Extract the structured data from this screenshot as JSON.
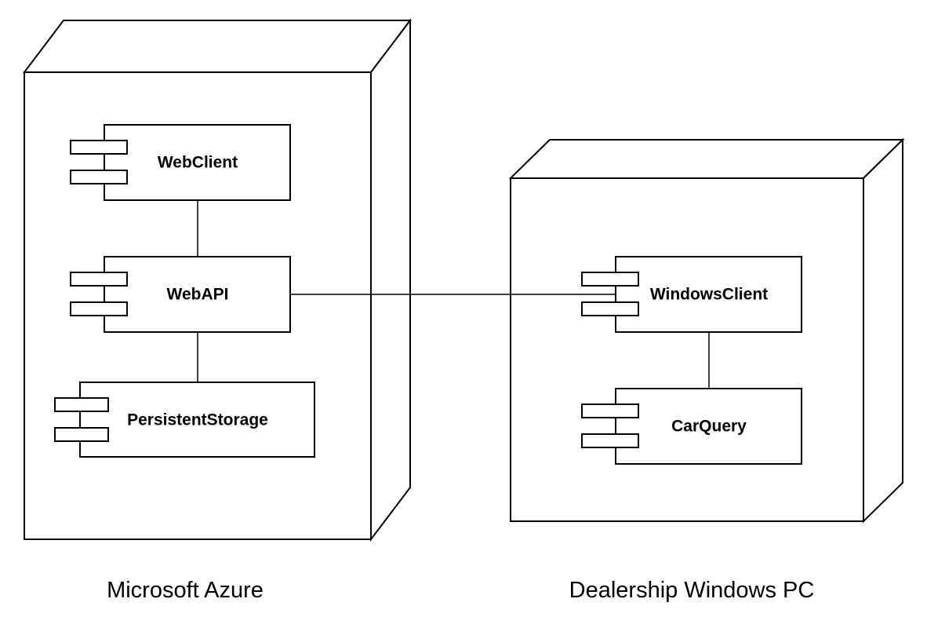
{
  "nodes": [
    {
      "name": "Microsoft Azure",
      "components": [
        "WebClient",
        "WebAPI",
        "PersistentStorage"
      ]
    },
    {
      "name": "Dealership Windows PC",
      "components": [
        "WindowsClient",
        "CarQuery"
      ]
    }
  ]
}
